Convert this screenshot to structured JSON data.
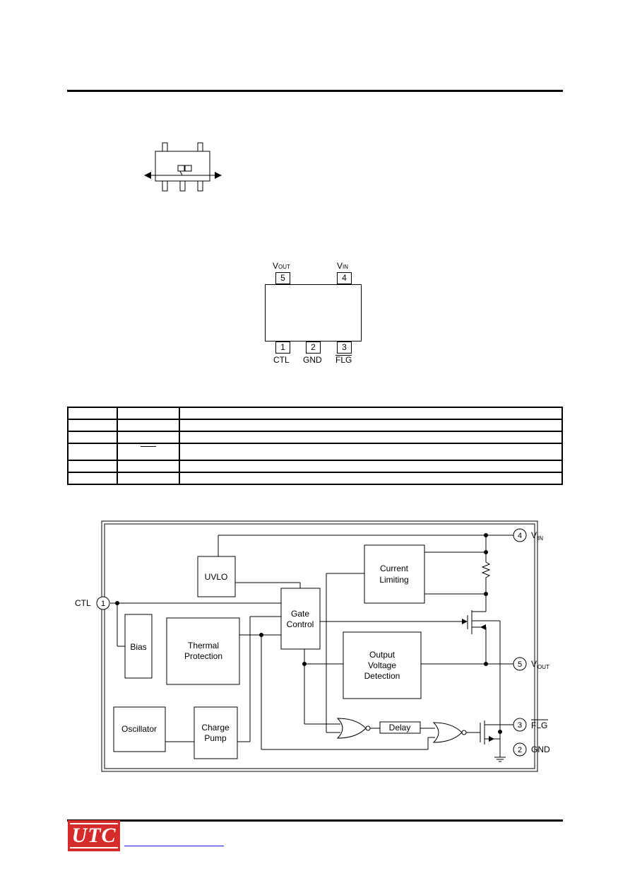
{
  "pin_diagram": {
    "top_pins": [
      {
        "num": "5",
        "label": "V",
        "sub": "OUT"
      },
      {
        "num": "4",
        "label": "V",
        "sub": "IN"
      }
    ],
    "bottom_pins": [
      {
        "num": "1",
        "label": "CTL"
      },
      {
        "num": "2",
        "label": "GND"
      },
      {
        "num": "3",
        "label": "FLG"
      }
    ]
  },
  "block_diagram": {
    "blocks": {
      "uvlo": "UVLO",
      "current_limiting": [
        "Current",
        "Limiting"
      ],
      "gate_control": [
        "Gate",
        "Control"
      ],
      "bias": "Bias",
      "thermal": [
        "Thermal",
        "Protection"
      ],
      "output_detect": [
        "Output",
        "Voltage",
        "Detection"
      ],
      "oscillator": "Oscillator",
      "charge_pump": [
        "Charge",
        "Pump"
      ],
      "delay": "Delay"
    },
    "pins": {
      "ctl": {
        "num": "1",
        "label": "CTL"
      },
      "vin": {
        "num": "4",
        "label": "V",
        "sub": "IN"
      },
      "vout": {
        "num": "5",
        "label": "V",
        "sub": "OUT"
      },
      "flg": {
        "num": "3",
        "label": "FLG"
      },
      "gnd": {
        "num": "2",
        "label": "GND"
      }
    }
  },
  "footer": {
    "logo": "UTC"
  }
}
